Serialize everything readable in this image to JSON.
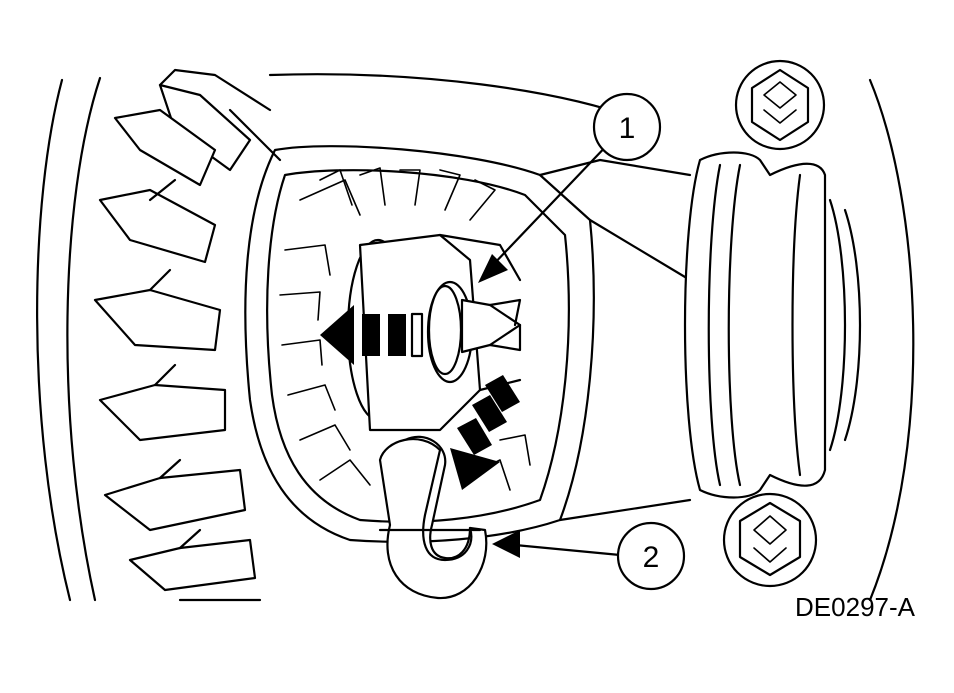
{
  "figure": {
    "id_label": "DE0297-A",
    "callouts": [
      {
        "number": "1"
      },
      {
        "number": "2"
      }
    ],
    "line_color": "#000000",
    "background": "#ffffff"
  }
}
